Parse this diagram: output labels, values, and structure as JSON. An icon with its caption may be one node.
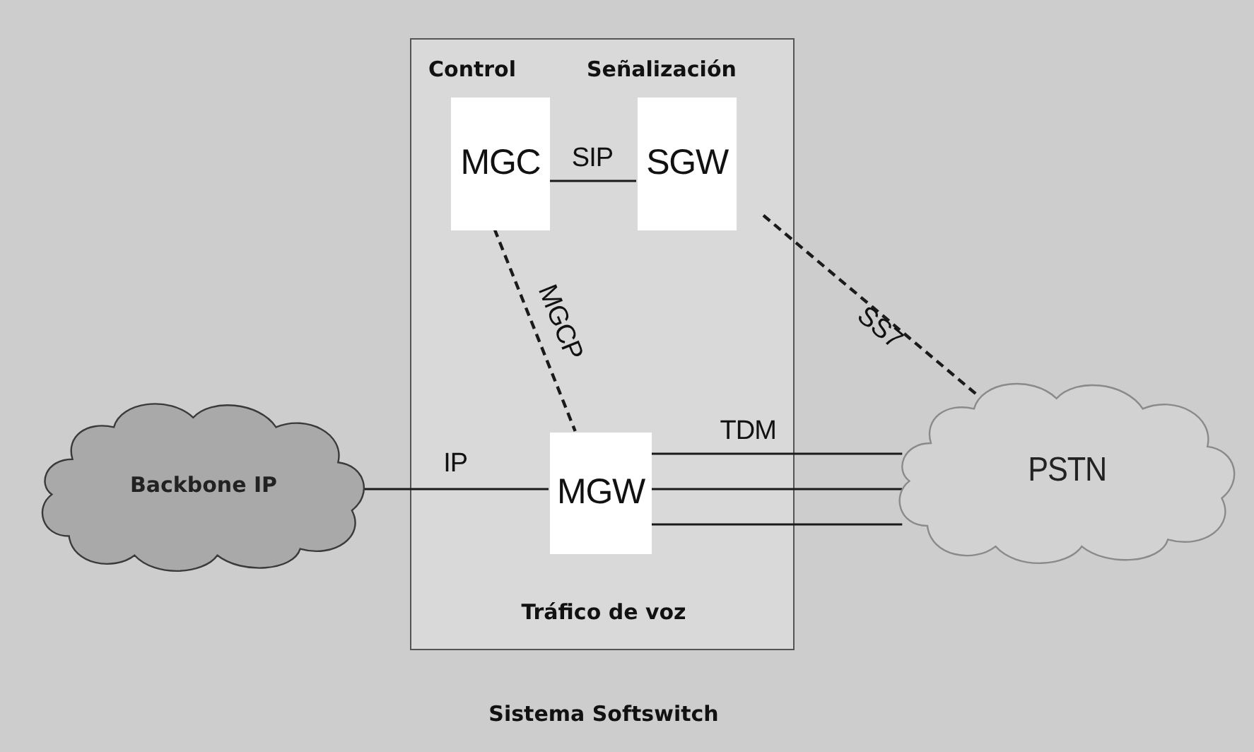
{
  "diagram": {
    "nodes": [
      {
        "text": [
          "Control",
          "Señalización",
          "Tráfico de voz",
          "Sistema Softswitch"
        ]
      },
      {
        "text": [
          "MGC"
        ],
        "in": 0
      },
      {
        "text": [
          "SGW"
        ],
        "in": 0
      },
      {
        "text": [
          "MGW"
        ],
        "in": 0
      },
      {
        "text": [
          "Backbone IP"
        ]
      },
      {
        "text": [
          "PSTN"
        ]
      }
    ],
    "edges": [
      {
        "from": 1,
        "to": 2,
        "arrow": "none",
        "label": "SIP"
      },
      {
        "from": 1,
        "to": 3,
        "arrow": "none",
        "label": "MGCP",
        "style": "dashed"
      },
      {
        "from": 2,
        "to": 5,
        "arrow": "none",
        "label": "SS7",
        "style": "dashed"
      },
      {
        "from": 4,
        "to": 3,
        "arrow": "none",
        "label": "IP"
      },
      {
        "from": 3,
        "to": 5,
        "arrow": "none",
        "label": "TDM"
      },
      {
        "from": 3,
        "to": 5,
        "arrow": "none"
      },
      {
        "from": 3,
        "to": 5,
        "arrow": "none"
      }
    ]
  }
}
